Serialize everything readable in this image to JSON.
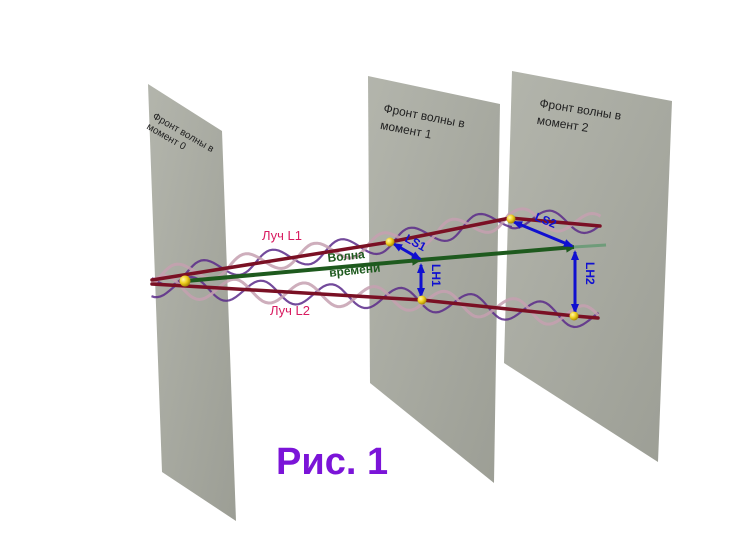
{
  "panels": {
    "front0": "Фронт волны в момент 0",
    "front1_line1": "Фронт волны в",
    "front1_line2": "момент 1",
    "front2_line1": "Фронт волны в",
    "front2_line2": "момент 2",
    "front0_line1": "Фронт волны в",
    "front0_line2": "момент 0"
  },
  "rays": {
    "l1": "Луч L1",
    "l2": "Луч L2"
  },
  "arrows": {
    "time_wave_line1": "Волна",
    "time_wave_line2": "времени",
    "ls1": "LS1",
    "ls2": "LS2",
    "lh1": "LH1",
    "lh2": "LH2"
  },
  "caption": "Рис. 1",
  "colors": {
    "panel": "#a4a69c",
    "ray_main": "#7a1024",
    "wave_purple": "#5a2a8a",
    "wave_pink": "#c5a0b0",
    "time_arrow": "#1e5a1e",
    "blue_arrows": "#1010d0",
    "ray_labels": "#d81b60",
    "caption": "#7b14d8",
    "dots": "#f0d020"
  }
}
